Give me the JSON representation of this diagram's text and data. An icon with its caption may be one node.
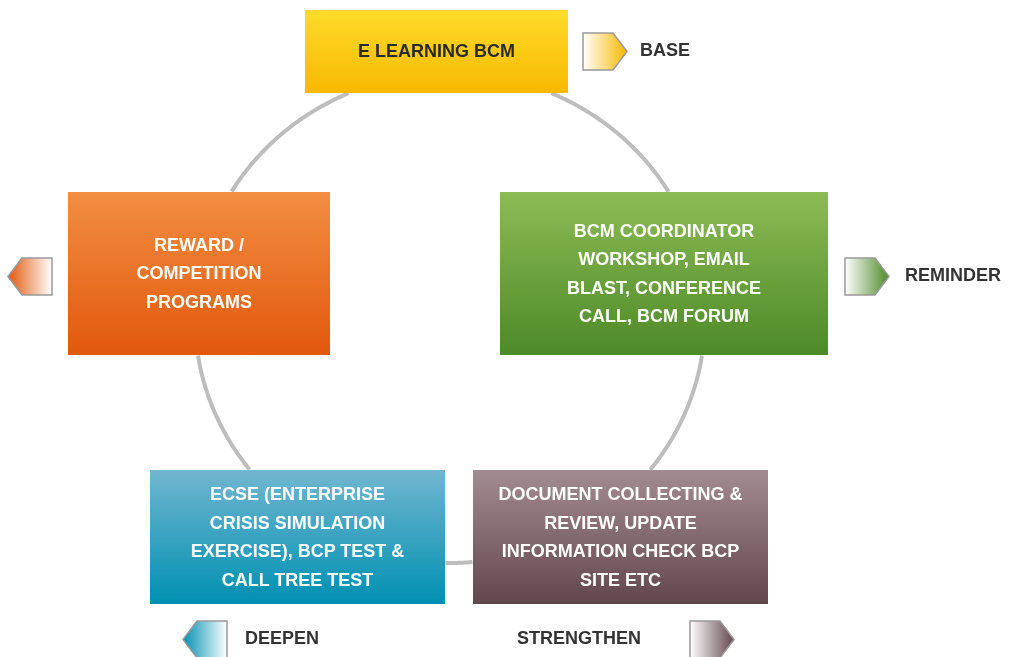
{
  "diagram": {
    "nodes": [
      {
        "text": [
          "E LEARNING BCM"
        ]
      },
      {
        "text": [
          "REWARD / COMPETITION PROGRAMS"
        ]
      },
      {
        "text": [
          "BCM COORDINATOR WORKSHOP, EMAIL BLAST, CONFERENCE CALL, BCM FORUM"
        ]
      },
      {
        "text": [
          "ECSE (ENTERPRISE CRISIS SIMULATION EXERCISE), BCP TEST & CALL TREE TEST"
        ]
      },
      {
        "text": [
          "DOCUMENT COLLECTING & REVIEW, UPDATE INFORMATION CHECK BCP SITE ETC"
        ]
      }
    ],
    "edges": [
      {
        "from": 0,
        "to": 2,
        "arrow": "none"
      },
      {
        "from": 2,
        "to": 4,
        "arrow": "none"
      },
      {
        "from": 4,
        "to": 3,
        "arrow": "none"
      },
      {
        "from": 3,
        "to": 1,
        "arrow": "none"
      },
      {
        "from": 1,
        "to": 0,
        "arrow": "none"
      }
    ],
    "labels": [
      "BASE",
      "REMINDER",
      "DEEPEN",
      "STRENGTHEN"
    ]
  }
}
